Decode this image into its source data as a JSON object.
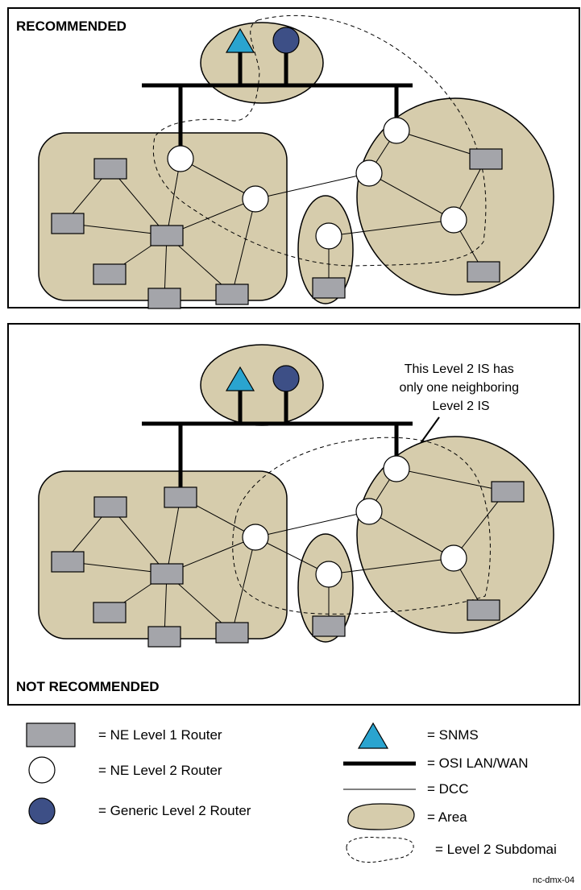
{
  "panels": {
    "top_title": "RECOMMENDED",
    "bottom_title": "NOT RECOMMENDED",
    "callout_lines": [
      "This Level 2 IS has",
      "only one neighboring",
      "Level 2 IS"
    ]
  },
  "legend": {
    "ne_level1_router": "= NE Level 1 Router",
    "ne_level2_router": "= NE Level 2 Router",
    "generic_level2_router": "= Generic Level 2 Router",
    "snms": "= SNMS",
    "osi_lan_wan": "= OSI LAN/WAN",
    "dcc": "= DCC",
    "area": "= Area",
    "level2_subdomain": "= Level 2 Subdomai"
  },
  "figure_id": "nc-dmx-04",
  "colors": {
    "area_fill": "#d6ccac",
    "level1_router_fill": "#a4a5aa",
    "snms_fill": "#2aa4cf",
    "generic_router_fill": "#3d4f86"
  }
}
